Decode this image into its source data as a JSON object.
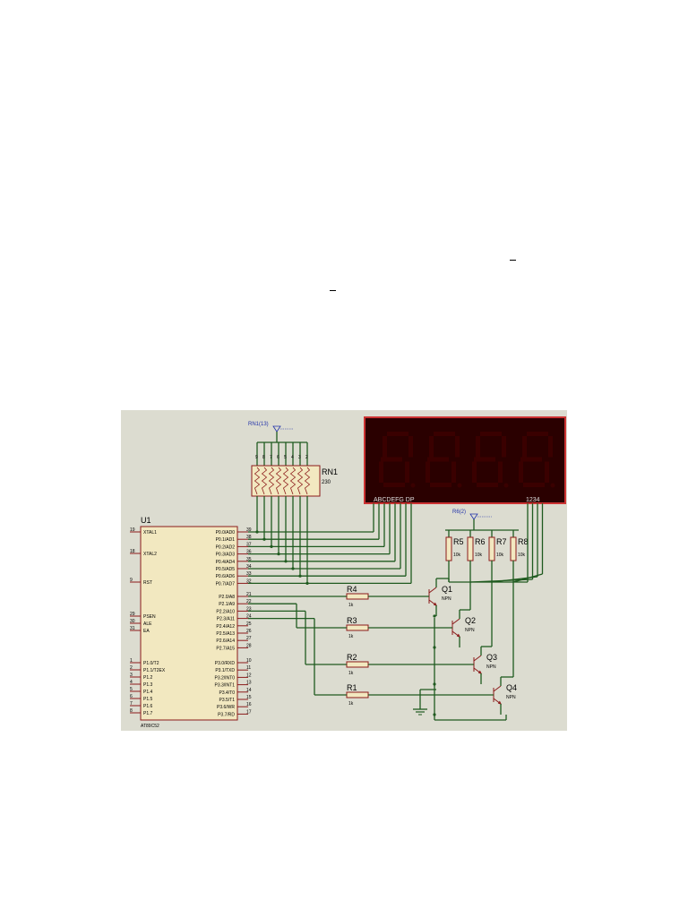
{
  "page": {
    "stray_marks": [
      "–",
      "–"
    ]
  },
  "schematic": {
    "mcu": {
      "ref": "U1",
      "part": "AT89C52",
      "left_pins": [
        {
          "num": "19",
          "name": "XTAL1"
        },
        {
          "num": "18",
          "name": "XTAL2"
        },
        {
          "num": "9",
          "name": "RST"
        },
        {
          "num": "29",
          "name": "PSEN"
        },
        {
          "num": "30",
          "name": "ALE"
        },
        {
          "num": "31",
          "name": "EA"
        },
        {
          "num": "1",
          "name": "P1.0/T2"
        },
        {
          "num": "2",
          "name": "P1.1/T2EX"
        },
        {
          "num": "3",
          "name": "P1.2"
        },
        {
          "num": "4",
          "name": "P1.3"
        },
        {
          "num": "5",
          "name": "P1.4"
        },
        {
          "num": "6",
          "name": "P1.5"
        },
        {
          "num": "7",
          "name": "P1.6"
        },
        {
          "num": "8",
          "name": "P1.7"
        }
      ],
      "right_pins": [
        {
          "num": "39",
          "name": "P0.0/AD0"
        },
        {
          "num": "38",
          "name": "P0.1/AD1"
        },
        {
          "num": "37",
          "name": "P0.2/AD2"
        },
        {
          "num": "36",
          "name": "P0.3/AD3"
        },
        {
          "num": "35",
          "name": "P0.4/AD4"
        },
        {
          "num": "34",
          "name": "P0.5/AD5"
        },
        {
          "num": "33",
          "name": "P0.6/AD6"
        },
        {
          "num": "32",
          "name": "P0.7/AD7"
        },
        {
          "num": "21",
          "name": "P2.0/A8"
        },
        {
          "num": "22",
          "name": "P2.1/A9"
        },
        {
          "num": "23",
          "name": "P2.2/A10"
        },
        {
          "num": "24",
          "name": "P2.3/A11"
        },
        {
          "num": "25",
          "name": "P2.4/A12"
        },
        {
          "num": "26",
          "name": "P2.5/A13"
        },
        {
          "num": "27",
          "name": "P2.6/A14"
        },
        {
          "num": "28",
          "name": "P2.7/A15"
        },
        {
          "num": "10",
          "name": "P3.0/RXD"
        },
        {
          "num": "11",
          "name": "P3.1/TXD"
        },
        {
          "num": "12",
          "name": "P3.2/INT0"
        },
        {
          "num": "13",
          "name": "P3.3/INT1"
        },
        {
          "num": "14",
          "name": "P3.4/T0"
        },
        {
          "num": "15",
          "name": "P3.5/T1"
        },
        {
          "num": "16",
          "name": "P3.6/WR"
        },
        {
          "num": "17",
          "name": "P3.7/RD"
        }
      ]
    },
    "resistor_network": {
      "ref": "RN1",
      "value": "230",
      "power_label": "RN1(13)",
      "top_pins": [
        "9",
        "8",
        "7",
        "6",
        "5",
        "4",
        "3",
        "2"
      ]
    },
    "display": {
      "digits": [
        "8",
        "8",
        "8",
        "8"
      ],
      "segment_label": "ABCDEFG DP",
      "digit_label": "1234",
      "segment_color": "#3a0000",
      "body_color": "#2a0000",
      "border_color": "#cc3333"
    },
    "pullups": {
      "power_label": "R6(2)",
      "resistors": [
        {
          "ref": "R5",
          "value": "10k"
        },
        {
          "ref": "R6",
          "value": "10k"
        },
        {
          "ref": "R7",
          "value": "10k"
        },
        {
          "ref": "R8",
          "value": "10k"
        }
      ]
    },
    "base_resistors": [
      {
        "ref": "R4",
        "value": "1k"
      },
      {
        "ref": "R3",
        "value": "1k"
      },
      {
        "ref": "R2",
        "value": "1k"
      },
      {
        "ref": "R1",
        "value": "1k"
      }
    ],
    "transistors": [
      {
        "ref": "Q1",
        "type": "NPN"
      },
      {
        "ref": "Q2",
        "type": "NPN"
      },
      {
        "ref": "Q3",
        "type": "NPN"
      },
      {
        "ref": "Q4",
        "type": "NPN"
      }
    ],
    "colors": {
      "background": "#dcdcd0",
      "wire": "#1f5a1f",
      "component": "#8b1a1a",
      "label_blue": "#2233aa"
    }
  }
}
